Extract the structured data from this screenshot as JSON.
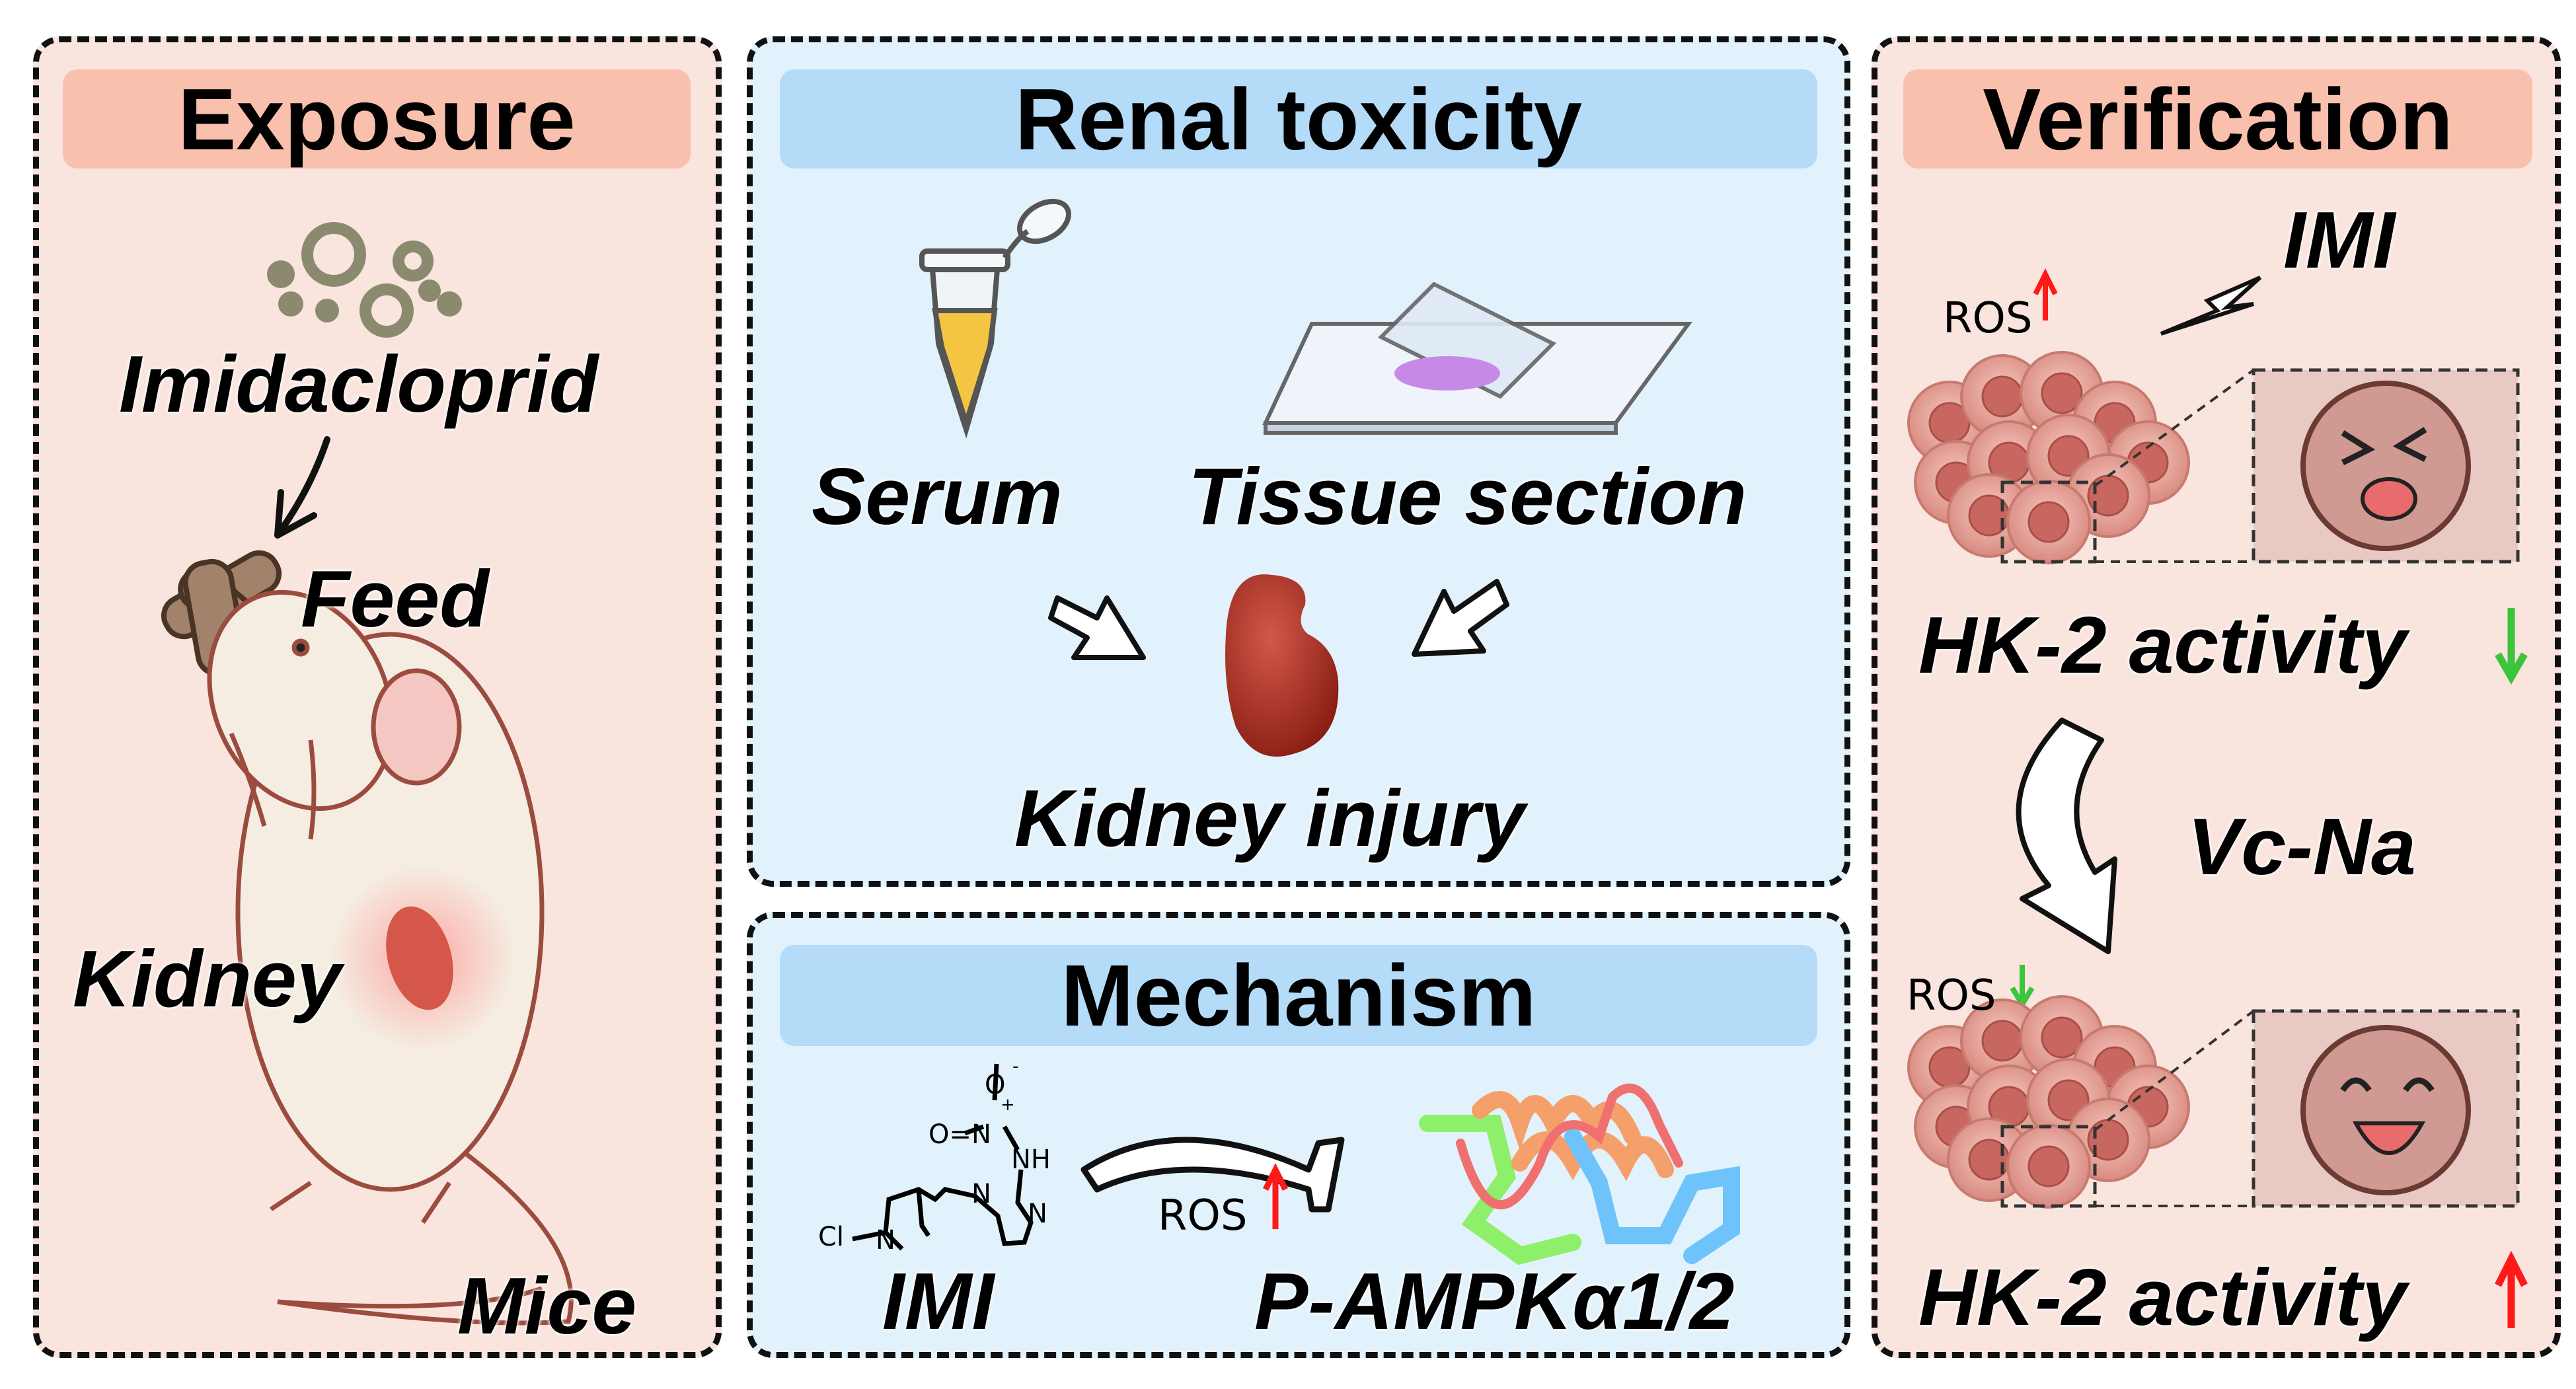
{
  "exposure": {
    "title": "Exposure",
    "compound": "Imidacloprid",
    "feed": "Feed",
    "kidney": "Kidney",
    "animal": "Mice"
  },
  "renal_toxicity": {
    "title": "Renal toxicity",
    "serum": "Serum",
    "tissue": "Tissue section",
    "result": "Kidney injury"
  },
  "mechanism": {
    "title": "Mechanism",
    "compound": "IMI",
    "ros": "ROS",
    "target": "P-AMPKα1/2",
    "molecule_labels": [
      "O",
      "-",
      "O=N",
      "+",
      "NH",
      "N",
      "N",
      "Cl",
      "N"
    ]
  },
  "verification": {
    "title": "Verification",
    "stimulus": "IMI",
    "ros_top": "ROS",
    "activity_top": "HK-2 activity",
    "treatment": "Vc-Na",
    "ros_bottom": "ROS",
    "activity_bottom": "HK-2 activity"
  },
  "colors": {
    "pink_panel": "#f9e5de",
    "pink_title": "#f9c1ad",
    "blue_panel": "#e2f2fc",
    "blue_title": "#b4dcf8",
    "up_arrow": "#ff1a1a",
    "down_arrow": "#3cc43c"
  },
  "icons": [
    "particles-icon",
    "feed-pellets-icon",
    "mouse-illustration",
    "kidney-icon",
    "tube-icon",
    "slide-icon",
    "cell-cluster-icon",
    "sad-cell-icon",
    "happy-cell-icon",
    "protein-icon",
    "molecule-structure"
  ]
}
